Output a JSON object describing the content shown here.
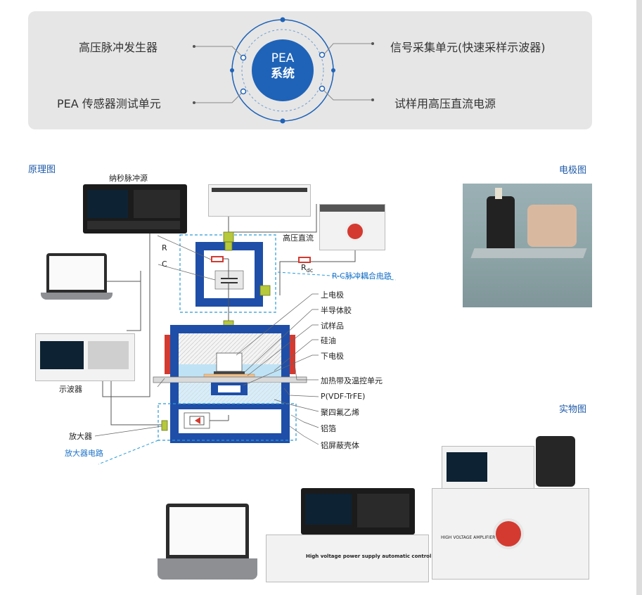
{
  "hero": {
    "center_line1": "PEA",
    "center_line2": "系统",
    "item_top_left": "高压脉冲发生器",
    "item_bottom_left": "PEA 传感器测试单元",
    "item_top_right": "信号采集单元(快速采样示波器)",
    "item_bottom_right": "试样用高压直流电源"
  },
  "sections": {
    "schematic_title": "原理图",
    "electrode_title": "电极图",
    "photo_title": "实物图"
  },
  "schematic": {
    "pulse_source": "纳秒脉冲源",
    "hv_dc": "高压直流",
    "r": "R",
    "c": "C",
    "rdc_main": "R",
    "rdc_sub": "dc",
    "rc_circuit": "R-C脉冲耦合电路",
    "oscilloscope": "示波器",
    "amplifier": "放大器",
    "amp_circuit": "放大器电路",
    "callouts": [
      "上电极",
      "半导体胶",
      "试样品",
      "硅油",
      "下电极",
      "加热带及温控单元",
      "P(VDF-TrFE)",
      "聚四氟乙烯",
      "铝箔",
      "铝屏蔽壳体"
    ]
  },
  "devices": {
    "rack_text": "High voltage power supply automatic control system",
    "hv_amp_text": "HIGH VOLTAGE AMPLIFIER"
  },
  "colors": {
    "brand_blue": "#1e5aa8",
    "circle_blue": "#1f63b8",
    "dashed_cyan": "#2a9bd6",
    "shield_blue": "#1e4ea8",
    "heater_red": "#d43a30",
    "connector_green": "#b6c83b",
    "oil_blue": "#bfe3f5"
  }
}
